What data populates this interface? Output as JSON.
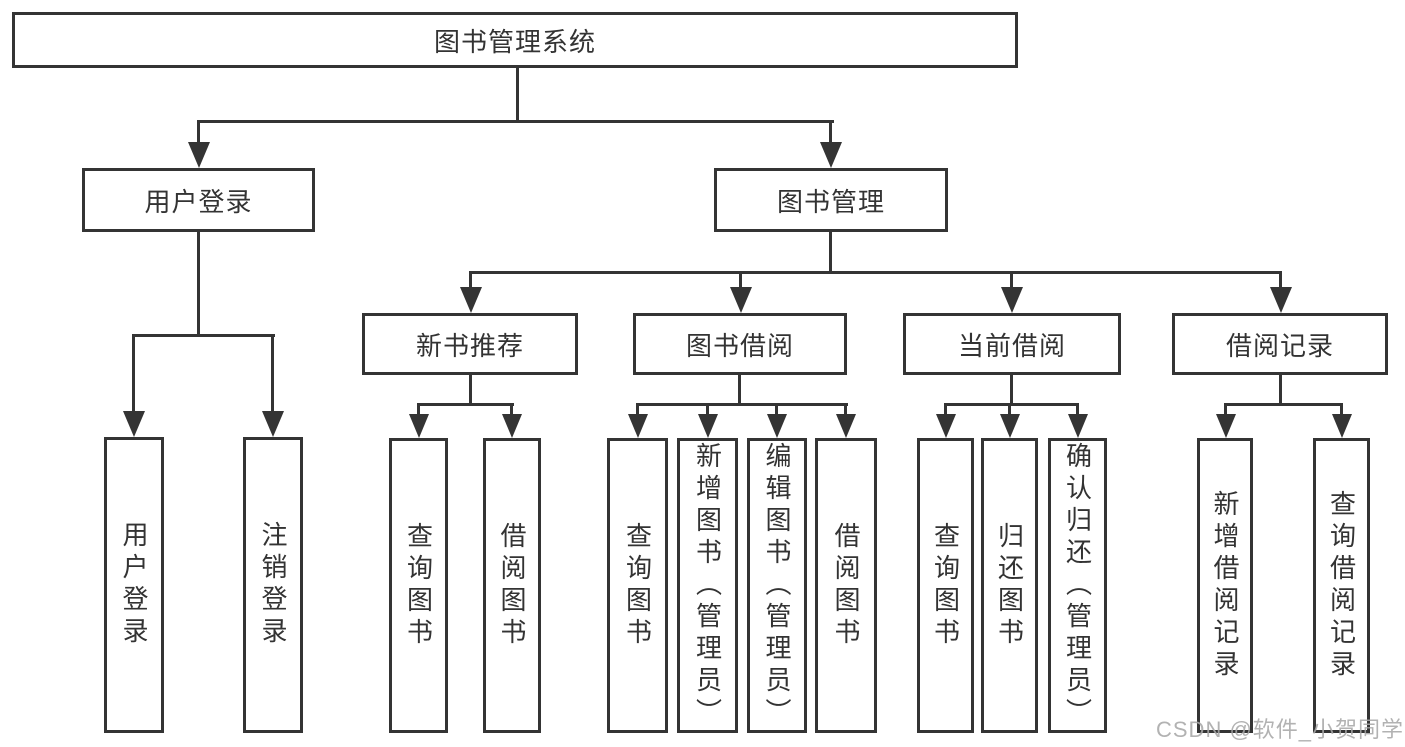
{
  "nodes": {
    "root": "图书管理系统",
    "user_login": "用户登录",
    "book_mgmt": "图书管理",
    "new_books": "新书推荐",
    "book_borrow": "图书借阅",
    "current_borrow": "当前借阅",
    "borrow_records": "借阅记录",
    "leaf_user_login": "用户登录",
    "leaf_logout": "注销登录",
    "leaf_nb_query": "查询图书",
    "leaf_nb_borrow": "借阅图书",
    "leaf_bb_query": "查询图书",
    "leaf_bb_add": "新增图书（管理员）",
    "leaf_bb_edit": "编辑图书（管理员）",
    "leaf_bb_borrow": "借阅图书",
    "leaf_cb_query": "查询图书",
    "leaf_cb_return": "归还图书",
    "leaf_cb_confirm": "确认归还（管理员）",
    "leaf_br_add": "新增借阅记录",
    "leaf_br_query": "查询借阅记录"
  },
  "watermark": "CSDN @软件_小贺同学",
  "colors": {
    "line": "#343434",
    "text": "#333333",
    "background": "#ffffff",
    "watermark": "#a8a8a8"
  }
}
